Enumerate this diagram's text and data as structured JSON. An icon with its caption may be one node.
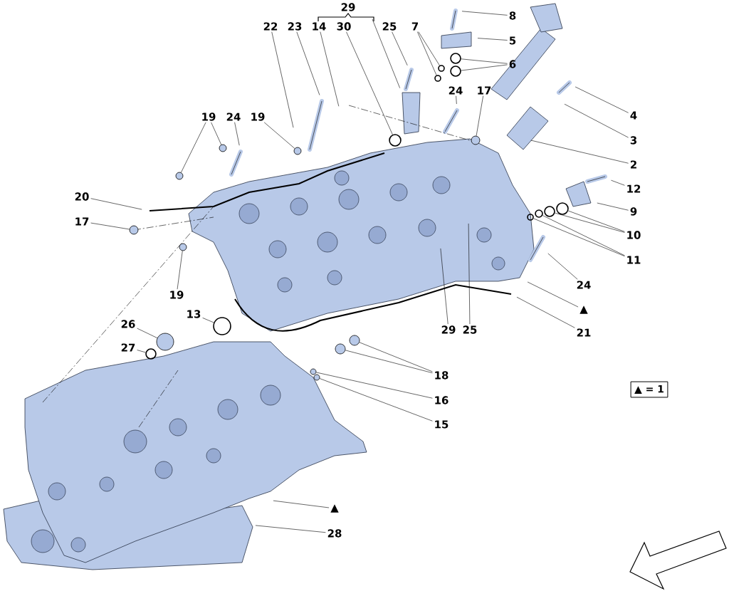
{
  "diagram": {
    "nodes": [
      {
        "text": [
          "29"
        ]
      },
      {
        "text": [
          "22"
        ]
      },
      {
        "text": [
          "23"
        ]
      },
      {
        "text": [
          "14"
        ]
      },
      {
        "text": [
          "30"
        ]
      },
      {
        "text": [
          "25"
        ]
      },
      {
        "text": [
          "7"
        ]
      },
      {
        "text": [
          "8"
        ]
      },
      {
        "text": [
          "5"
        ]
      },
      {
        "text": [
          "6"
        ]
      },
      {
        "text": [
          "4"
        ]
      },
      {
        "text": [
          "3"
        ]
      },
      {
        "text": [
          "2"
        ]
      },
      {
        "text": [
          "12"
        ]
      },
      {
        "text": [
          "9"
        ]
      },
      {
        "text": [
          "10"
        ]
      },
      {
        "text": [
          "11"
        ]
      },
      {
        "text": [
          "24"
        ]
      },
      {
        "text": [
          "▲"
        ]
      },
      {
        "text": [
          "21"
        ]
      },
      {
        "text": [
          "29"
        ]
      },
      {
        "text": [
          "25"
        ]
      },
      {
        "text": [
          "18"
        ]
      },
      {
        "text": [
          "16"
        ]
      },
      {
        "text": [
          "15"
        ]
      },
      {
        "text": [
          "▲"
        ]
      },
      {
        "text": [
          "28"
        ]
      },
      {
        "text": [
          "26"
        ]
      },
      {
        "text": [
          "27"
        ]
      },
      {
        "text": [
          "13"
        ]
      },
      {
        "text": [
          "19"
        ]
      },
      {
        "text": [
          "17"
        ]
      },
      {
        "text": [
          "20"
        ]
      },
      {
        "text": [
          "19"
        ]
      },
      {
        "text": [
          "24"
        ]
      },
      {
        "text": [
          "19"
        ]
      },
      {
        "text": [
          "24"
        ]
      },
      {
        "text": [
          "17"
        ]
      },
      {
        "text": [
          "▲ = 1"
        ]
      },
      {
        "text": [],
        "shape": "circle"
      },
      {
        "text": [],
        "shape": "circle"
      },
      {
        "text": [],
        "shape": "circle"
      },
      {
        "text": [],
        "shape": "circle"
      },
      {
        "text": [],
        "shape": "circle"
      },
      {
        "text": [],
        "shape": "circle"
      },
      {
        "text": [],
        "shape": "circle"
      },
      {
        "text": [],
        "shape": "circle"
      },
      {
        "text": [],
        "shape": "circle"
      },
      {
        "text": [],
        "shape": "circle"
      },
      {
        "text": [],
        "shape": "circle"
      },
      {
        "text": [],
        "shape": "circle"
      },
      {
        "text": [],
        "shape": "circle"
      },
      {
        "text": [],
        "shape": "circle"
      },
      {
        "text": [],
        "shape": "circle"
      },
      {
        "text": [],
        "shape": "circle"
      },
      {
        "text": [],
        "shape": "circle"
      },
      {
        "text": [],
        "shape": "circle"
      },
      {
        "text": [],
        "shape": "circle"
      },
      {
        "text": [],
        "shape": "circle"
      },
      {
        "text": [],
        "shape": "circle"
      },
      {
        "text": [],
        "shape": "circle"
      }
    ],
    "edges": [
      {
        "from": 0,
        "to": null,
        "arrow": "none"
      },
      {
        "from": 1,
        "to": null,
        "arrow": "none"
      },
      {
        "from": 2,
        "to": null,
        "arrow": "none"
      },
      {
        "from": 3,
        "to": null,
        "arrow": "none"
      },
      {
        "from": 4,
        "to": 51,
        "arrow": "none"
      },
      {
        "from": 5,
        "to": null,
        "arrow": "none"
      },
      {
        "from": 6,
        "to": 53,
        "arrow": "none"
      },
      {
        "from": 6,
        "to": 52,
        "arrow": "none"
      },
      {
        "from": 7,
        "to": null,
        "arrow": "none"
      },
      {
        "from": 8,
        "to": null,
        "arrow": "none"
      },
      {
        "from": 9,
        "to": 54,
        "arrow": "none"
      },
      {
        "from": 9,
        "to": 55,
        "arrow": "none"
      },
      {
        "from": 10,
        "to": null,
        "arrow": "none"
      },
      {
        "from": 11,
        "to": null,
        "arrow": "none"
      },
      {
        "from": 12,
        "to": null,
        "arrow": "none"
      },
      {
        "from": 13,
        "to": null,
        "arrow": "none"
      },
      {
        "from": 14,
        "to": null,
        "arrow": "none"
      },
      {
        "from": 15,
        "to": 60,
        "arrow": "none"
      },
      {
        "from": 15,
        "to": 59,
        "arrow": "none"
      },
      {
        "from": 16,
        "to": 57,
        "arrow": "none"
      },
      {
        "from": 16,
        "to": 58,
        "arrow": "none"
      },
      {
        "from": 17,
        "to": null,
        "arrow": "none"
      },
      {
        "from": 18,
        "to": null,
        "arrow": "none"
      },
      {
        "from": 19,
        "to": null,
        "arrow": "none"
      },
      {
        "from": 20,
        "to": null,
        "arrow": "none"
      },
      {
        "from": 21,
        "to": null,
        "arrow": "none"
      },
      {
        "from": 22,
        "to": 49,
        "arrow": "none"
      },
      {
        "from": 22,
        "to": 50,
        "arrow": "none"
      },
      {
        "from": 23,
        "to": 47,
        "arrow": "none"
      },
      {
        "from": 24,
        "to": 48,
        "arrow": "none"
      },
      {
        "from": 25,
        "to": null,
        "arrow": "none"
      },
      {
        "from": 26,
        "to": null,
        "arrow": "none"
      },
      {
        "from": 27,
        "to": 41,
        "arrow": "none"
      },
      {
        "from": 28,
        "to": 40,
        "arrow": "none"
      },
      {
        "from": 29,
        "to": 44,
        "arrow": "none"
      },
      {
        "from": 30,
        "to": 43,
        "arrow": "none"
      },
      {
        "from": 31,
        "to": 39,
        "arrow": "none"
      },
      {
        "from": 32,
        "to": null,
        "arrow": "none"
      },
      {
        "from": 33,
        "to": 42,
        "arrow": "none"
      },
      {
        "from": 33,
        "to": 45,
        "arrow": "none"
      },
      {
        "from": 34,
        "to": null,
        "arrow": "none"
      },
      {
        "from": 35,
        "to": 46,
        "arrow": "none"
      },
      {
        "from": 36,
        "to": null,
        "arrow": "none"
      },
      {
        "from": 37,
        "to": 56,
        "arrow": "none"
      }
    ]
  }
}
